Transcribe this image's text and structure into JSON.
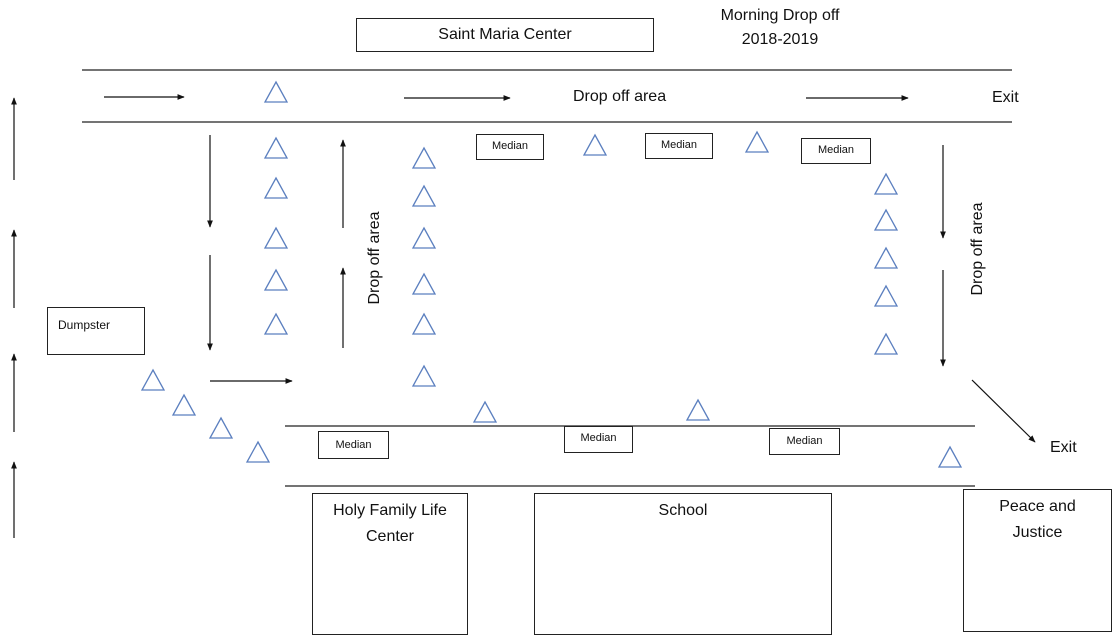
{
  "title": {
    "line1": "Morning Drop off",
    "line2": "2018-2019"
  },
  "buildings": {
    "saint_maria": "Saint Maria Center",
    "holy_family_line1": "Holy Family Life",
    "holy_family_line2": "Center",
    "school": "School",
    "peace_line1": "Peace and",
    "peace_line2": "Justice",
    "dumpster": "Dumpster"
  },
  "labels": {
    "drop_off_top": "Drop off area",
    "drop_off_left": "Drop off area",
    "drop_off_right": "Drop off area",
    "exit_top": "Exit",
    "exit_bottom": "Exit",
    "median": "Median"
  },
  "colors": {
    "cone": "#5b7fbf",
    "line": "#222222"
  },
  "icons": {
    "cone": "traffic-cone-icon",
    "arrow": "direction-arrow-icon"
  }
}
